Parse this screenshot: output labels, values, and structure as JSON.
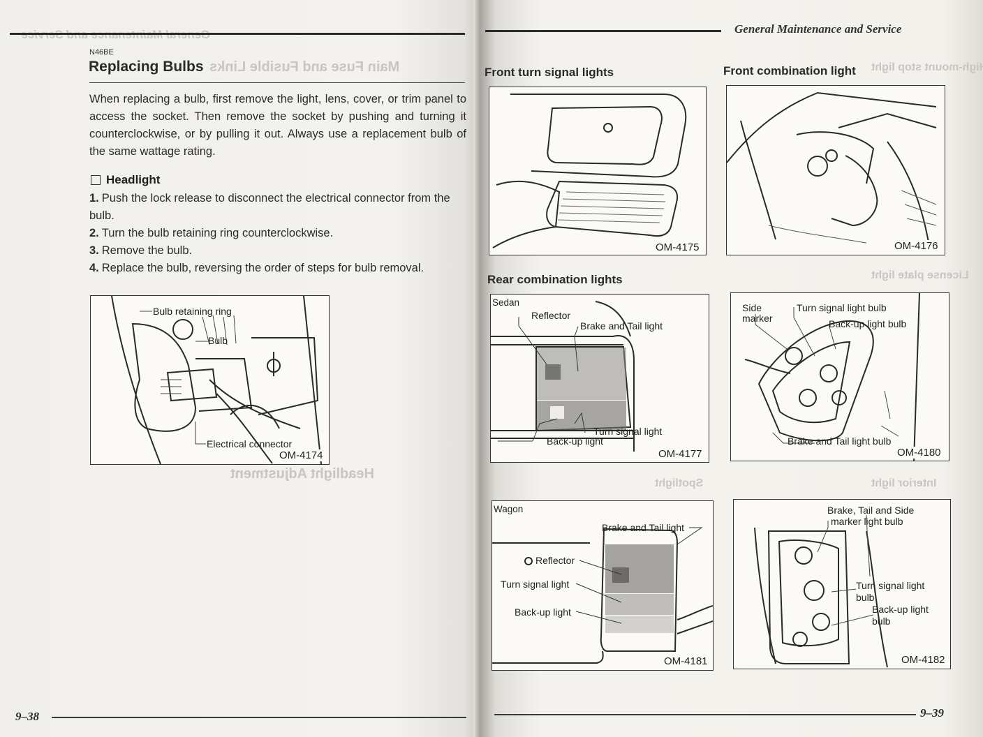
{
  "left_page": {
    "doc_code": "N46BE",
    "title": "Replacing Bulbs",
    "intro": "When replacing a bulb, first remove the light, lens, cover, or trim panel to access the socket. Then remove the socket by pushing and turning it counterclockwise, or by pulling it out. Always use a replacement bulb of the same wattage rating.",
    "subsection": "Headlight",
    "steps": [
      {
        "num": "1.",
        "text": "Push the lock release to disconnect the electrical connector from the bulb."
      },
      {
        "num": "2.",
        "text": "Turn the bulb retaining ring counterclockwise."
      },
      {
        "num": "3.",
        "text": "Remove the bulb."
      },
      {
        "num": "4.",
        "text": "Replace the bulb, reversing the order of steps for bulb removal."
      }
    ],
    "figure": {
      "labels": {
        "ring": "Bulb retaining ring",
        "bulb": "Bulb",
        "connector": "Electrical connector"
      },
      "code": "OM-4174"
    },
    "page_number": "9–38"
  },
  "right_page": {
    "header": "General Maintenance and Service",
    "front_turn": {
      "title": "Front turn signal lights",
      "code": "OM-4175"
    },
    "front_combo": {
      "title": "Front combination light",
      "code": "OM-4176"
    },
    "rear_combo_title": "Rear combination lights",
    "sedan": {
      "variant": "Sedan",
      "labels": {
        "reflector": "Reflector",
        "brake_tail": "Brake and Tail light",
        "turn": "Turn signal light",
        "backup": "Back-up light"
      },
      "code": "OM-4177"
    },
    "sedan_bulbs": {
      "labels": {
        "side_marker": "Side\nmarker",
        "turn_bulb": "Turn signal light bulb",
        "backup_bulb": "Back-up light bulb",
        "brake_tail_bulb": "Brake and Tail light bulb"
      },
      "code": "OM-4180"
    },
    "wagon": {
      "variant": "Wagon",
      "labels": {
        "brake_tail": "Brake and Tail light",
        "reflector": "Reflector",
        "turn": "Turn signal light",
        "backup": "Back-up light"
      },
      "code": "OM-4181"
    },
    "wagon_bulbs": {
      "labels": {
        "brake_tail_side": "Brake, Tail and Side",
        "marker_bulb": "marker light bulb",
        "turn_bulb_1": "Turn signal light",
        "turn_bulb_2": "bulb",
        "backup_bulb_1": "Back-up light",
        "backup_bulb_2": "bulb"
      },
      "code": "OM-4182"
    },
    "page_number": "9–39"
  }
}
